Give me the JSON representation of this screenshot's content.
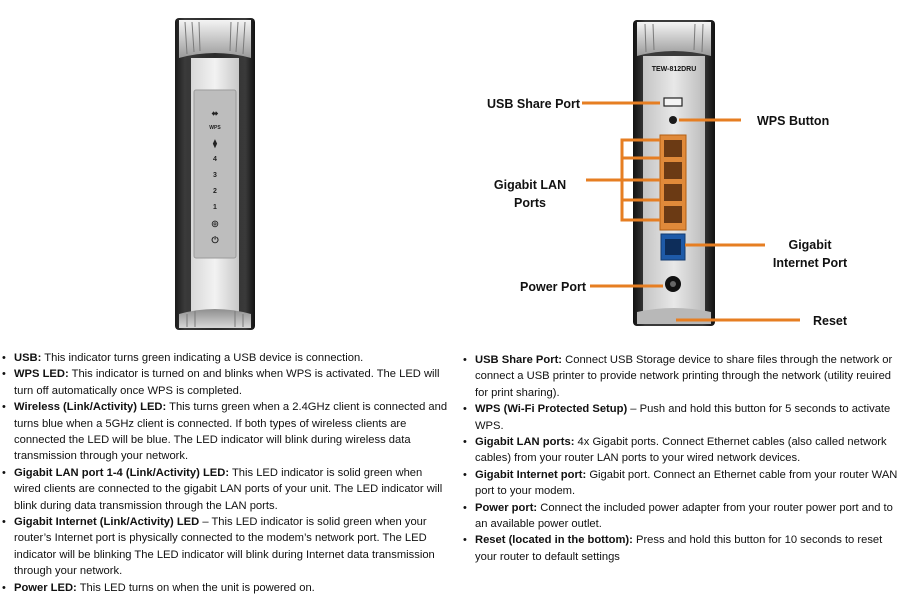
{
  "front_panel": {
    "led_labels": [
      "WPS",
      "4",
      "3",
      "2",
      "1"
    ],
    "icons": [
      "usb-icon",
      "wps-icon",
      "wifi-icon",
      "internet-globe-icon",
      "power-icon"
    ]
  },
  "rear_panel": {
    "model": "TEW-812DRU",
    "accent_color": "#e67e22",
    "callouts": {
      "usb_share_port": "USB Share Port",
      "wps_button": "WPS Button",
      "gigabit_lan_line1": "Gigabit LAN",
      "gigabit_lan_line2": "Ports",
      "gigabit_internet_line1": "Gigabit",
      "gigabit_internet_line2": "Internet Port",
      "power_port": "Power Port",
      "reset": "Reset"
    }
  },
  "left_list": [
    {
      "term": "USB:",
      "text": " This indicator turns green indicating a USB device is connection."
    },
    {
      "term": "WPS LED:",
      "text": " This indicator is turned on and blinks when WPS is activated. The LED will turn off automatically once WPS is completed."
    },
    {
      "term": "Wireless (Link/Activity) LED:",
      "text": " This turns green when a 2.4GHz client is connected and turns blue when a 5GHz client is connected. If both types of wireless clients are connected the LED will be blue. The LED indicator will blink during wireless data transmission through your network."
    },
    {
      "term": "Gigabit LAN port 1-4 (Link/Activity) LED:",
      "text": " This LED indicator is solid green when wired clients are connected to the gigabit LAN ports of your unit. The LED indicator will blink during data transmission through the LAN ports."
    },
    {
      "term": "Gigabit Internet (Link/Activity) LED",
      "text": " – This LED indicator is solid green when your router’s Internet port is physically connected to the modem’s network port. The LED indicator will be blinking The LED indicator will blink during Internet data transmission through your network."
    },
    {
      "term": "Power LED:",
      "text": " This LED turns on when the unit is powered on."
    }
  ],
  "right_list": [
    {
      "term": "USB Share Port:",
      "text": " Connect USB Storage device to share files through the network or connect a USB printer to provide network printing through the network (utility reuired for print sharing)."
    },
    {
      "term": "WPS (Wi-Fi Protected Setup)",
      "text": " – Push and hold this button for 5 seconds to activate WPS."
    },
    {
      "term": "Gigabit LAN ports:",
      "text": " 4x Gigabit ports. Connect Ethernet cables (also called network cables) from your router LAN ports to your wired network devices."
    },
    {
      "term": "Gigabit Internet port:",
      "text": " Gigabit port. Connect an Ethernet cable from your router WAN port to your modem."
    },
    {
      "term": "Power port:",
      "text": "  Connect the included power adapter from your router power port and to an available power outlet."
    },
    {
      "term": "Reset (located in the bottom):",
      "text": " Press and hold this button for 10 seconds to reset your router to default settings"
    }
  ]
}
